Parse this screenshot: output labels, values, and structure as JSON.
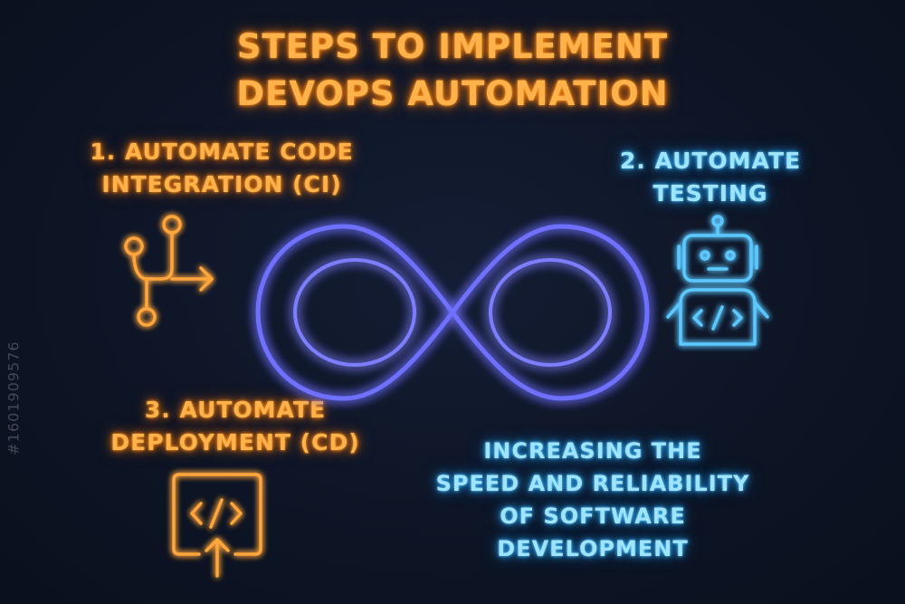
{
  "title": "STEPS TO IMPLEMENT\nDEVOPS AUTOMATION",
  "steps": [
    {
      "label": "1. AUTOMATE CODE\nINTEGRATION (CI)",
      "icon": "git-branch-icon"
    },
    {
      "label": "2. AUTOMATE\nTESTING",
      "icon": "robot-code-icon"
    },
    {
      "label": "3. AUTOMATE\nDEPLOYMENT (CD)",
      "icon": "code-upload-icon"
    }
  ],
  "center_icon": "infinity-loop-icon",
  "tagline": "INCREASING THE\nSPEED AND RELIABILITY\nOF SOFTWARE\nDEVELOPMENT",
  "watermark": "#1601909576",
  "colors": {
    "background": "#0e1526",
    "orange_neon": "#ffb24a",
    "cyan_neon": "#9fe4ff",
    "blue_neon": "#6f70ff"
  }
}
